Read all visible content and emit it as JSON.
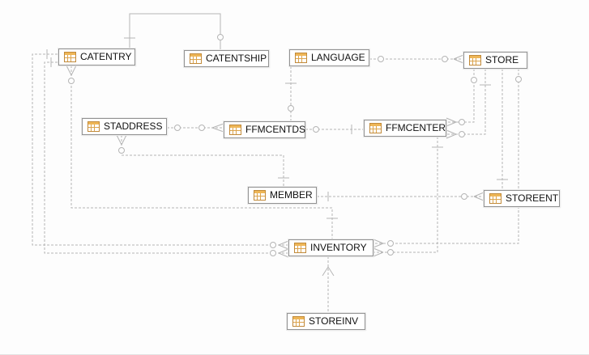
{
  "diagram": {
    "type": "entity-relationship",
    "entities": [
      {
        "name": "CATENTRY"
      },
      {
        "name": "CATENTSHIP"
      },
      {
        "name": "LANGUAGE"
      },
      {
        "name": "STORE"
      },
      {
        "name": "STADDRESS"
      },
      {
        "name": "FFMCENTDS"
      },
      {
        "name": "FFMCENTER"
      },
      {
        "name": "MEMBER"
      },
      {
        "name": "STOREENT"
      },
      {
        "name": "INVENTORY"
      },
      {
        "name": "STOREINV"
      }
    ],
    "relationships": [
      {
        "from": "CATENTRY",
        "to": "CATENTSHIP"
      },
      {
        "from": "LANGUAGE",
        "to": "STORE"
      },
      {
        "from": "LANGUAGE",
        "to": "FFMCENTDS"
      },
      {
        "from": "STADDRESS",
        "to": "FFMCENTDS"
      },
      {
        "from": "FFMCENTDS",
        "to": "FFMCENTER"
      },
      {
        "from": "STORE",
        "to": "FFMCENTER"
      },
      {
        "from": "STORE",
        "to": "FFMCENTER"
      },
      {
        "from": "STORE",
        "to": "STOREENT"
      },
      {
        "from": "STORE",
        "to": "INVENTORY"
      },
      {
        "from": "FFMCENTER",
        "to": "INVENTORY"
      },
      {
        "from": "MEMBER",
        "to": "STOREENT"
      },
      {
        "from": "STADDRESS",
        "to": "MEMBER"
      },
      {
        "from": "CATENTRY",
        "to": "INVENTORY"
      },
      {
        "from": "CATENTRY",
        "to": "INVENTORY"
      },
      {
        "from": "CATENTRY",
        "to": "INVENTORY"
      },
      {
        "from": "STOREINV",
        "to": "INVENTORY"
      }
    ],
    "icon": "table-icon",
    "colors": {
      "line": "#b5b5b5",
      "box_border": "#929292",
      "icon_orange": "#dca44d",
      "text": "#101010",
      "background": "#fdfdfd"
    }
  }
}
